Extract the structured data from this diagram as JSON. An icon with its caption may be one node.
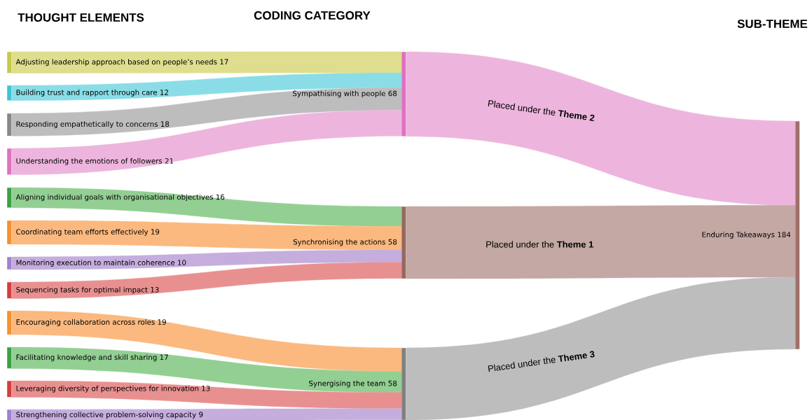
{
  "diagram": {
    "nodes": [
      {
        "text": [
          "Adjusting leadership approach based on people’s needs 17"
        ]
      },
      {
        "text": [
          "Building trust and rapport through care 12"
        ]
      },
      {
        "text": [
          "Responding empathetically to concerns 18"
        ]
      },
      {
        "text": [
          "Understanding the emotions of followers 21"
        ]
      },
      {
        "text": [
          "Aligning individual goals with organisational objectives 16"
        ]
      },
      {
        "text": [
          "Coordinating team efforts effectively 19"
        ]
      },
      {
        "text": [
          "Monitoring execution to maintain coherence 10"
        ]
      },
      {
        "text": [
          "Sequencing tasks for optimal impact 13"
        ]
      },
      {
        "text": [
          "Encouraging collaboration across roles 19"
        ]
      },
      {
        "text": [
          "Facilitating knowledge and skill sharing 17"
        ]
      },
      {
        "text": [
          "Leveraging diversity of perspectives for innovation 13"
        ]
      },
      {
        "text": [
          "Strengthening collective problem-solving capacity 9"
        ]
      },
      {
        "text": [
          "Sympathising with people 68"
        ]
      },
      {
        "text": [
          "Synchronising the actions 58"
        ]
      },
      {
        "text": [
          "Synergising the team 58"
        ]
      },
      {
        "text": [
          "Enduring Takeaways 184"
        ]
      }
    ],
    "edges": [
      {
        "from": 0,
        "to": 12,
        "arrow": "none",
        "color": "#dede8e"
      },
      {
        "from": 1,
        "to": 12,
        "arrow": "none",
        "color": "#8adde6"
      },
      {
        "from": 2,
        "to": 12,
        "arrow": "none",
        "color": "#bdbdbd"
      },
      {
        "from": 3,
        "to": 12,
        "arrow": "none",
        "color": "#edb5dd"
      },
      {
        "from": 4,
        "to": 13,
        "arrow": "none",
        "color": "#93cf93"
      },
      {
        "from": 5,
        "to": 13,
        "arrow": "none",
        "color": "#fbb97f"
      },
      {
        "from": 6,
        "to": 13,
        "arrow": "none",
        "color": "#c5aedd"
      },
      {
        "from": 7,
        "to": 13,
        "arrow": "none",
        "color": "#e89090"
      },
      {
        "from": 8,
        "to": 14,
        "arrow": "none",
        "color": "#fbb97f"
      },
      {
        "from": 9,
        "to": 14,
        "arrow": "none",
        "color": "#93cf93"
      },
      {
        "from": 10,
        "to": 14,
        "arrow": "none",
        "color": "#e89090"
      },
      {
        "from": 11,
        "to": 14,
        "arrow": "none",
        "color": "#c5aedd"
      },
      {
        "from": 12,
        "to": 15,
        "arrow": "none",
        "color": "#edb5dd",
        "label": "Placed under the **Theme 2**"
      },
      {
        "from": 13,
        "to": 15,
        "arrow": "none",
        "color": "#c4a8a4",
        "label": "Placed under the **Theme 1**"
      },
      {
        "from": 14,
        "to": 15,
        "arrow": "none",
        "color": "#bdbdbd",
        "label": "Placed under the **Theme 3**"
      }
    ],
    "labels": [
      "THOUGHT ELEMENTS",
      "CODING CATEGORY",
      "SUB-THEME"
    ]
  }
}
